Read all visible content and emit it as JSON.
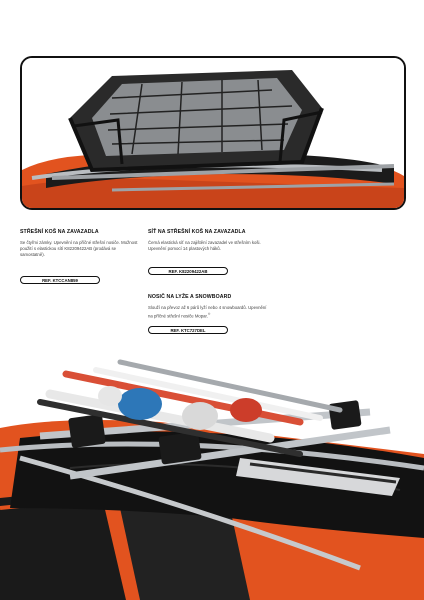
{
  "products": [
    {
      "title": "STŘEŠNÍ KOŠ NA ZAVAZADLA",
      "description": "Se čtyřmi zámky. Upevnění na příčné střešní nosiče. Možnost použití s elastickou sítí K82209422AB (prodává se samostatně).",
      "ref": "REF. KTCCAN859"
    },
    {
      "title": "SÍŤ NA STŘEŠNÍ KOŠ NA ZAVAZADLA",
      "description": "Černá elastická síť na zajištění zavazadel ve střešním koši. Upevnění pomocí 14 plastových háků.",
      "ref": "REF. K82209422AB"
    },
    {
      "title": "NOSIČ NA LYŽE A SNOWBOARD",
      "description": "Slouží na převoz až 6 párů lyží nebo 4 snowboardů. Upevnění na příčné střešní nosiče Mopar.",
      "trademark": "®",
      "ref": "REF. KTC727DEL"
    }
  ],
  "colors": {
    "car_orange": "#e2531f",
    "rack_black": "#1a1a1a",
    "rail_silver": "#b9bdc1"
  }
}
